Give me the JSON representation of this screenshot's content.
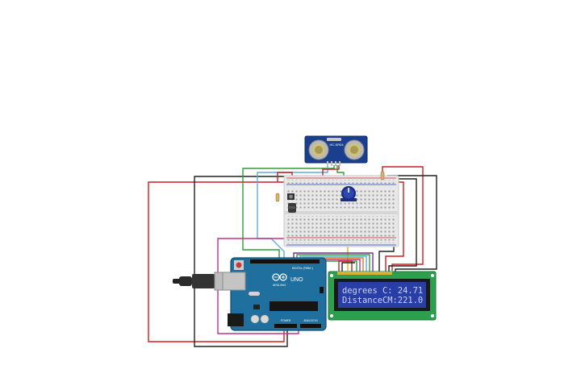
{
  "colors": {
    "background": "#ffffff",
    "arduino_board": "#1f6f9f",
    "arduino_board_edge": "#0f4e73",
    "sensor_board": "#1b3f8f",
    "lcd_board": "#2e9e4f",
    "lcd_screen": "#2a3ea8",
    "lcd_text": "#c8d4ff",
    "breadboard": "#e6e6e6",
    "wire_red": "#d01c1c",
    "wire_black": "#202020",
    "wire_green": "#2e9e3a",
    "wire_cyan": "#5aaed8",
    "wire_magenta": "#c0308a",
    "wire_yellow": "#e0b400",
    "wire_purple": "#7a2e9e",
    "wire_orange": "#e07a10"
  },
  "sensor": {
    "label": "HC-SR04"
  },
  "arduino": {
    "logo_icon": "infinity-icon",
    "board_name": "UNO",
    "brand": "ARDUINO",
    "header_digital": "DIGITAL (PWM~)",
    "header_power": "POWER",
    "header_analog": "ANALOG IN"
  },
  "lcd": {
    "line1": "degrees C: 24.71",
    "line2": "DistanceCM:221.0"
  },
  "usb": {
    "icon": "usb-plug-icon"
  }
}
